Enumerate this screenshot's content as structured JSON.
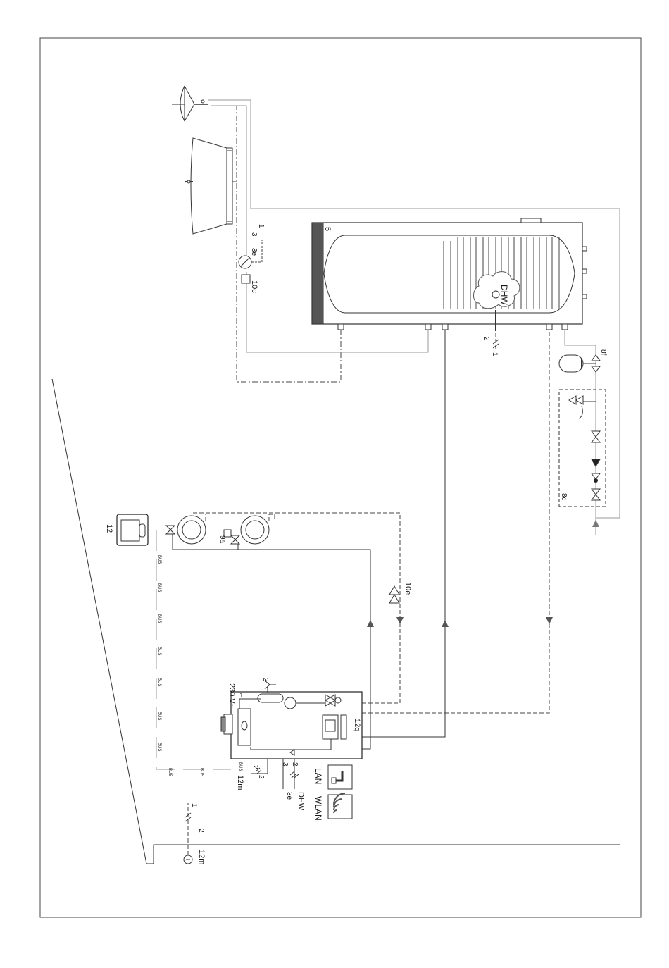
{
  "labels": {
    "boiler": "1",
    "boiler_lines": "2",
    "boiler_lines3": "3",
    "power": "230 V~",
    "power_lines": "3",
    "controller_internal": "12q",
    "cable_12m_a": "2",
    "cable_12m_b": "12m",
    "cable_3e": "3e",
    "cable_dhw": "DHW",
    "lan": "LAN",
    "wlan": "WLAN",
    "outdoor_sensor": "12m",
    "outdoor_sensor_lines": "2",
    "outdoor_sensor_count": "1",
    "bus": "BUS",
    "room_controller": "12",
    "valve_9a": "9a",
    "valve_10e": "10e",
    "cylinder": "5",
    "dhw": "DHW",
    "dhw_sensor_2": "2",
    "dhw_sensor_1": "1",
    "safety_group": "8c",
    "expansion": "8f",
    "circ_pump": "10c",
    "circ_3e": "3e",
    "circ_3": "3",
    "circ_1": "1"
  }
}
